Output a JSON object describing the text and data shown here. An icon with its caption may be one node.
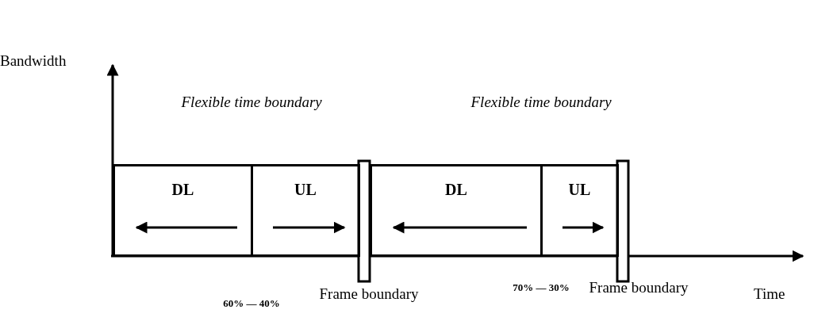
{
  "diagram": {
    "nodes": [
      {
        "text": [
          "DL"
        ]
      },
      {
        "text": [
          "UL"
        ]
      },
      {
        "text": [
          "DL"
        ]
      },
      {
        "text": [
          "UL"
        ]
      }
    ],
    "labels": [
      "Bandwidth",
      "Flexible time boundary",
      "Flexible time boundary",
      "60% — 40%",
      "Frame boundary",
      "70% — 30%",
      "Frame boundary",
      "Time"
    ]
  }
}
